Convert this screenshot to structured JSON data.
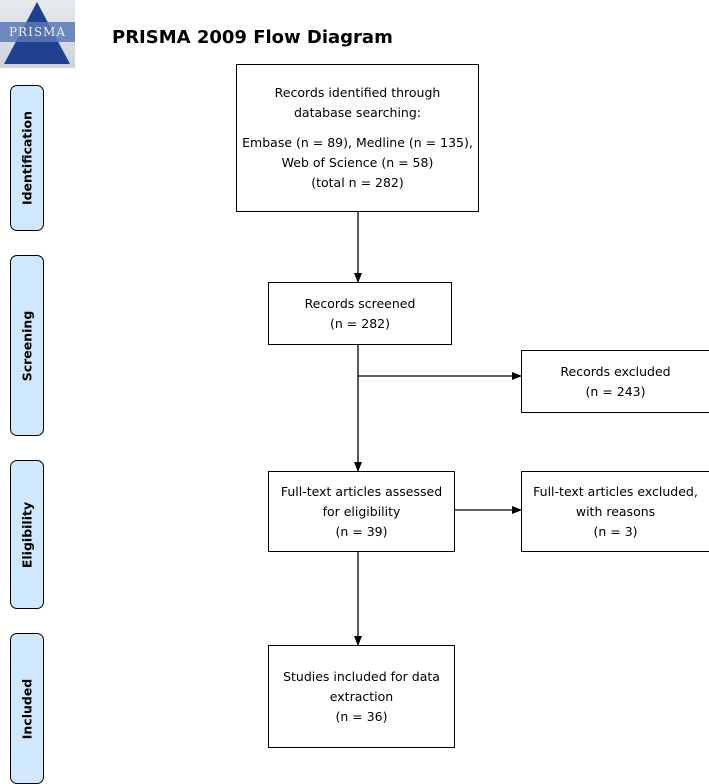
{
  "logo": {
    "text": "PRISMA"
  },
  "title": "PRISMA 2009 Flow Diagram",
  "stages": [
    {
      "label": "Identification"
    },
    {
      "label": "Screening"
    },
    {
      "label": "Eligibility"
    },
    {
      "label": "Included"
    }
  ],
  "boxes": {
    "identified": {
      "line1": "Records identified through",
      "line2": "database searching:",
      "line3": "Embase (n = 89), Medline (n = 135),",
      "line4": "Web of Science (n = 58)",
      "line5": "(total n = 282)"
    },
    "screened": {
      "line1": "Records screened",
      "line2": "(n = 282)"
    },
    "excluded": {
      "line1": "Records excluded",
      "line2": "(n = 243)"
    },
    "fulltext": {
      "line1": "Full-text articles assessed",
      "line2": "for eligibility",
      "line3": "(n = 39)"
    },
    "fulltext_excluded": {
      "line1": "Full-text articles excluded,",
      "line2": "with reasons",
      "line3": "(n = 3)"
    },
    "included": {
      "line1": "Studies included for data",
      "line2": "extraction",
      "line3": "(n = 36)"
    }
  },
  "colors": {
    "stage_fill": "#cfe8fb",
    "border": "#000000"
  }
}
